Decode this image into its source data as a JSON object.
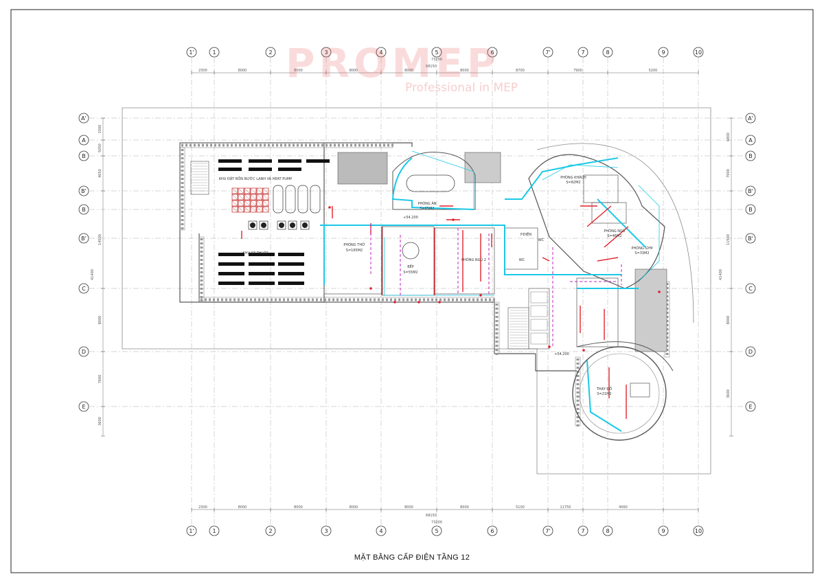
{
  "sheet": {
    "title": "MẶT BẰNG CẤP ĐIỆN TẦNG 12",
    "watermark": {
      "brand": "PROMEP",
      "tagline": "Professional in MEP"
    }
  },
  "grid": {
    "columns": [
      "1'",
      "1",
      "2",
      "3",
      "4",
      "5",
      "6",
      "7'",
      "7",
      "8",
      "9",
      "10"
    ],
    "rows": [
      "A'",
      "A",
      "B",
      "B'",
      "B",
      "B'",
      "C",
      "D",
      "E"
    ]
  },
  "dimensions": {
    "top_overall": "73200",
    "top_sub": "68150",
    "top_segments": [
      "2300",
      "8000",
      "8000",
      "8000",
      "8000",
      "8000",
      "8700",
      "7900",
      "5200"
    ],
    "bottom_overall": "73200",
    "bottom_sub": "68150",
    "bottom_segments": [
      "2300",
      "8000",
      "8000",
      "8000",
      "8000",
      "8000",
      "5100",
      "11750",
      "4060"
    ],
    "left_overall": "41400",
    "left_segments": [
      "3300",
      "5050",
      "4050",
      "14500",
      "8000",
      "7600",
      "3600"
    ],
    "right_overall": "41400",
    "right_segments": [
      "6800",
      "7000",
      "11500",
      "8000",
      "3600"
    ]
  },
  "rooms": [
    {
      "name": "KHU ĐẶT BỒN NƯỚC LẠNH VÀ HEAT PUMP",
      "area": ""
    },
    {
      "name": "KHU KỸ THUẬT",
      "area": ""
    },
    {
      "name": "PHÒNG THỜ",
      "area": "S=165M2"
    },
    {
      "name": "BẾP",
      "area": "S=55M2"
    },
    {
      "name": "PHÒNG ĂN",
      "area": "S=65M2"
    },
    {
      "name": "PHÒNG KHÁCH",
      "area": "S=82M2"
    },
    {
      "name": "PHÒNG NGỦ",
      "area": "S=46M2"
    },
    {
      "name": "PHÒNG GYM",
      "area": "S=33M2"
    },
    {
      "name": "THAY ĐỒ",
      "area": "S=21M2"
    },
    {
      "name": "P.ĐIỆN",
      "area": ""
    },
    {
      "name": "PHÒNG NGỦ 2",
      "area": ""
    },
    {
      "name": "WC",
      "area": ""
    }
  ],
  "labels": {
    "level_1": "+54.200",
    "level_2": "+54.200",
    "wc": "WC"
  },
  "colors": {
    "cyan": "#19c8e6",
    "red": "#e0212b",
    "magenta": "#c020c0",
    "line": "#555555",
    "hatch": "#777777"
  }
}
